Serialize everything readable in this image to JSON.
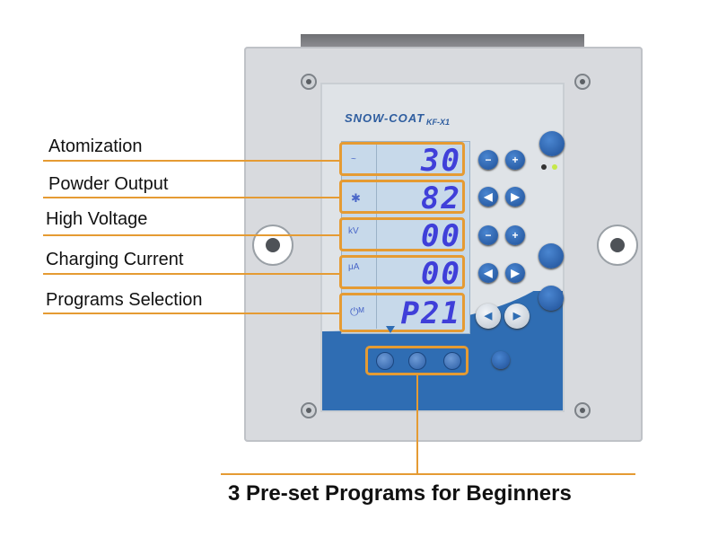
{
  "device": {
    "brand": "SNOW-COAT",
    "model": "KF-X1"
  },
  "rows": [
    {
      "label": "Atomization",
      "icon": "~",
      "value": "30",
      "icon_name": "atomization-icon"
    },
    {
      "label": "Powder Output",
      "icon": "✱",
      "value": "82",
      "icon_name": "powder-icon"
    },
    {
      "label": "High Voltage",
      "icon": "kV",
      "value": "00",
      "icon_name": "kv-icon"
    },
    {
      "label": "Charging Current",
      "icon": "μA",
      "value": "00",
      "icon_name": "ua-icon"
    },
    {
      "label": "Programs Selection",
      "icon": "⏻ᴹ",
      "value": "P21",
      "icon_name": "program-icon"
    }
  ],
  "caption": "3 Pre-set Programs for Beginners",
  "colors": {
    "accent": "#e59b33",
    "lcd_digits": "#3f3fd9",
    "panel_blue": "#2f6db3",
    "led_green": "#c6e84a"
  }
}
